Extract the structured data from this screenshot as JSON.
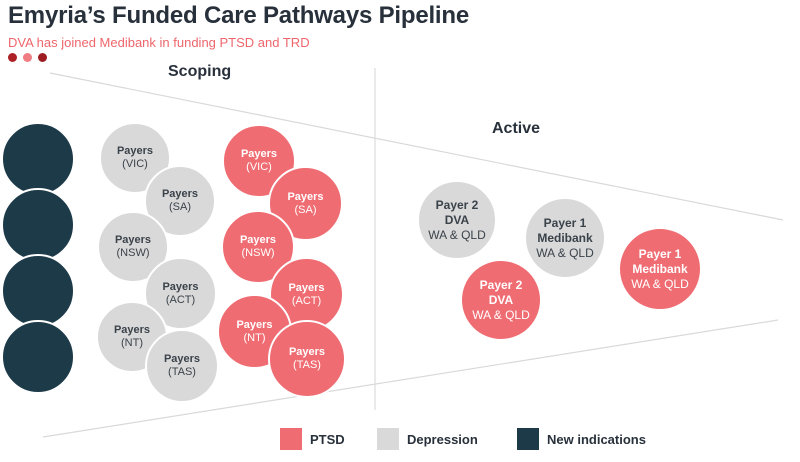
{
  "header": {
    "title": "Emyria’s Funded Care Pathways Pipeline",
    "subtitle": "DVA has joined Medibank in funding PTSD and TRD"
  },
  "scoping": {
    "label": "Scoping",
    "new_indications_count": 4,
    "depression_circles": [
      {
        "line1": "Payers",
        "line2": "(VIC)"
      },
      {
        "line1": "Payers",
        "line2": "(SA)"
      },
      {
        "line1": "Payers",
        "line2": "(NSW)"
      },
      {
        "line1": "Payers",
        "line2": "(ACT)"
      },
      {
        "line1": "Payers",
        "line2": "(NT)"
      },
      {
        "line1": "Payers",
        "line2": "(TAS)"
      }
    ],
    "ptsd_circles": [
      {
        "line1": "Payers",
        "line2": "(VIC)"
      },
      {
        "line1": "Payers",
        "line2": "(SA)"
      },
      {
        "line1": "Payers",
        "line2": "(NSW)"
      },
      {
        "line1": "Payers",
        "line2": "(ACT)"
      },
      {
        "line1": "Payers",
        "line2": "(NT)"
      },
      {
        "line1": "Payers",
        "line2": "(TAS)"
      }
    ]
  },
  "active": {
    "label": "Active",
    "circles": [
      {
        "indication": "Depression",
        "line1": "Payer 2",
        "line2": "DVA",
        "line3": "WA & QLD"
      },
      {
        "indication": "Depression",
        "line1": "Payer 1",
        "line2": "Medibank",
        "line3": "WA & QLD"
      },
      {
        "indication": "PTSD",
        "line1": "Payer 2",
        "line2": "DVA",
        "line3": "WA & QLD"
      },
      {
        "indication": "PTSD",
        "line1": "Payer 1",
        "line2": "Medibank",
        "line3": "WA & QLD"
      }
    ]
  },
  "legend": {
    "items": [
      {
        "label": "PTSD",
        "color": "#ef6c72"
      },
      {
        "label": "Depression",
        "color": "#d9d9d9"
      },
      {
        "label": "New indications",
        "color": "#1d3a48"
      }
    ]
  },
  "colors": {
    "ptsd_pink": "#ef6c72",
    "depression_gray": "#d9d9d9",
    "new_indications_teal": "#1d3a48",
    "title_dark": "#28313b",
    "subtitle_red": "#ee666c",
    "funnel_line_gray": "#d9d9d9"
  }
}
